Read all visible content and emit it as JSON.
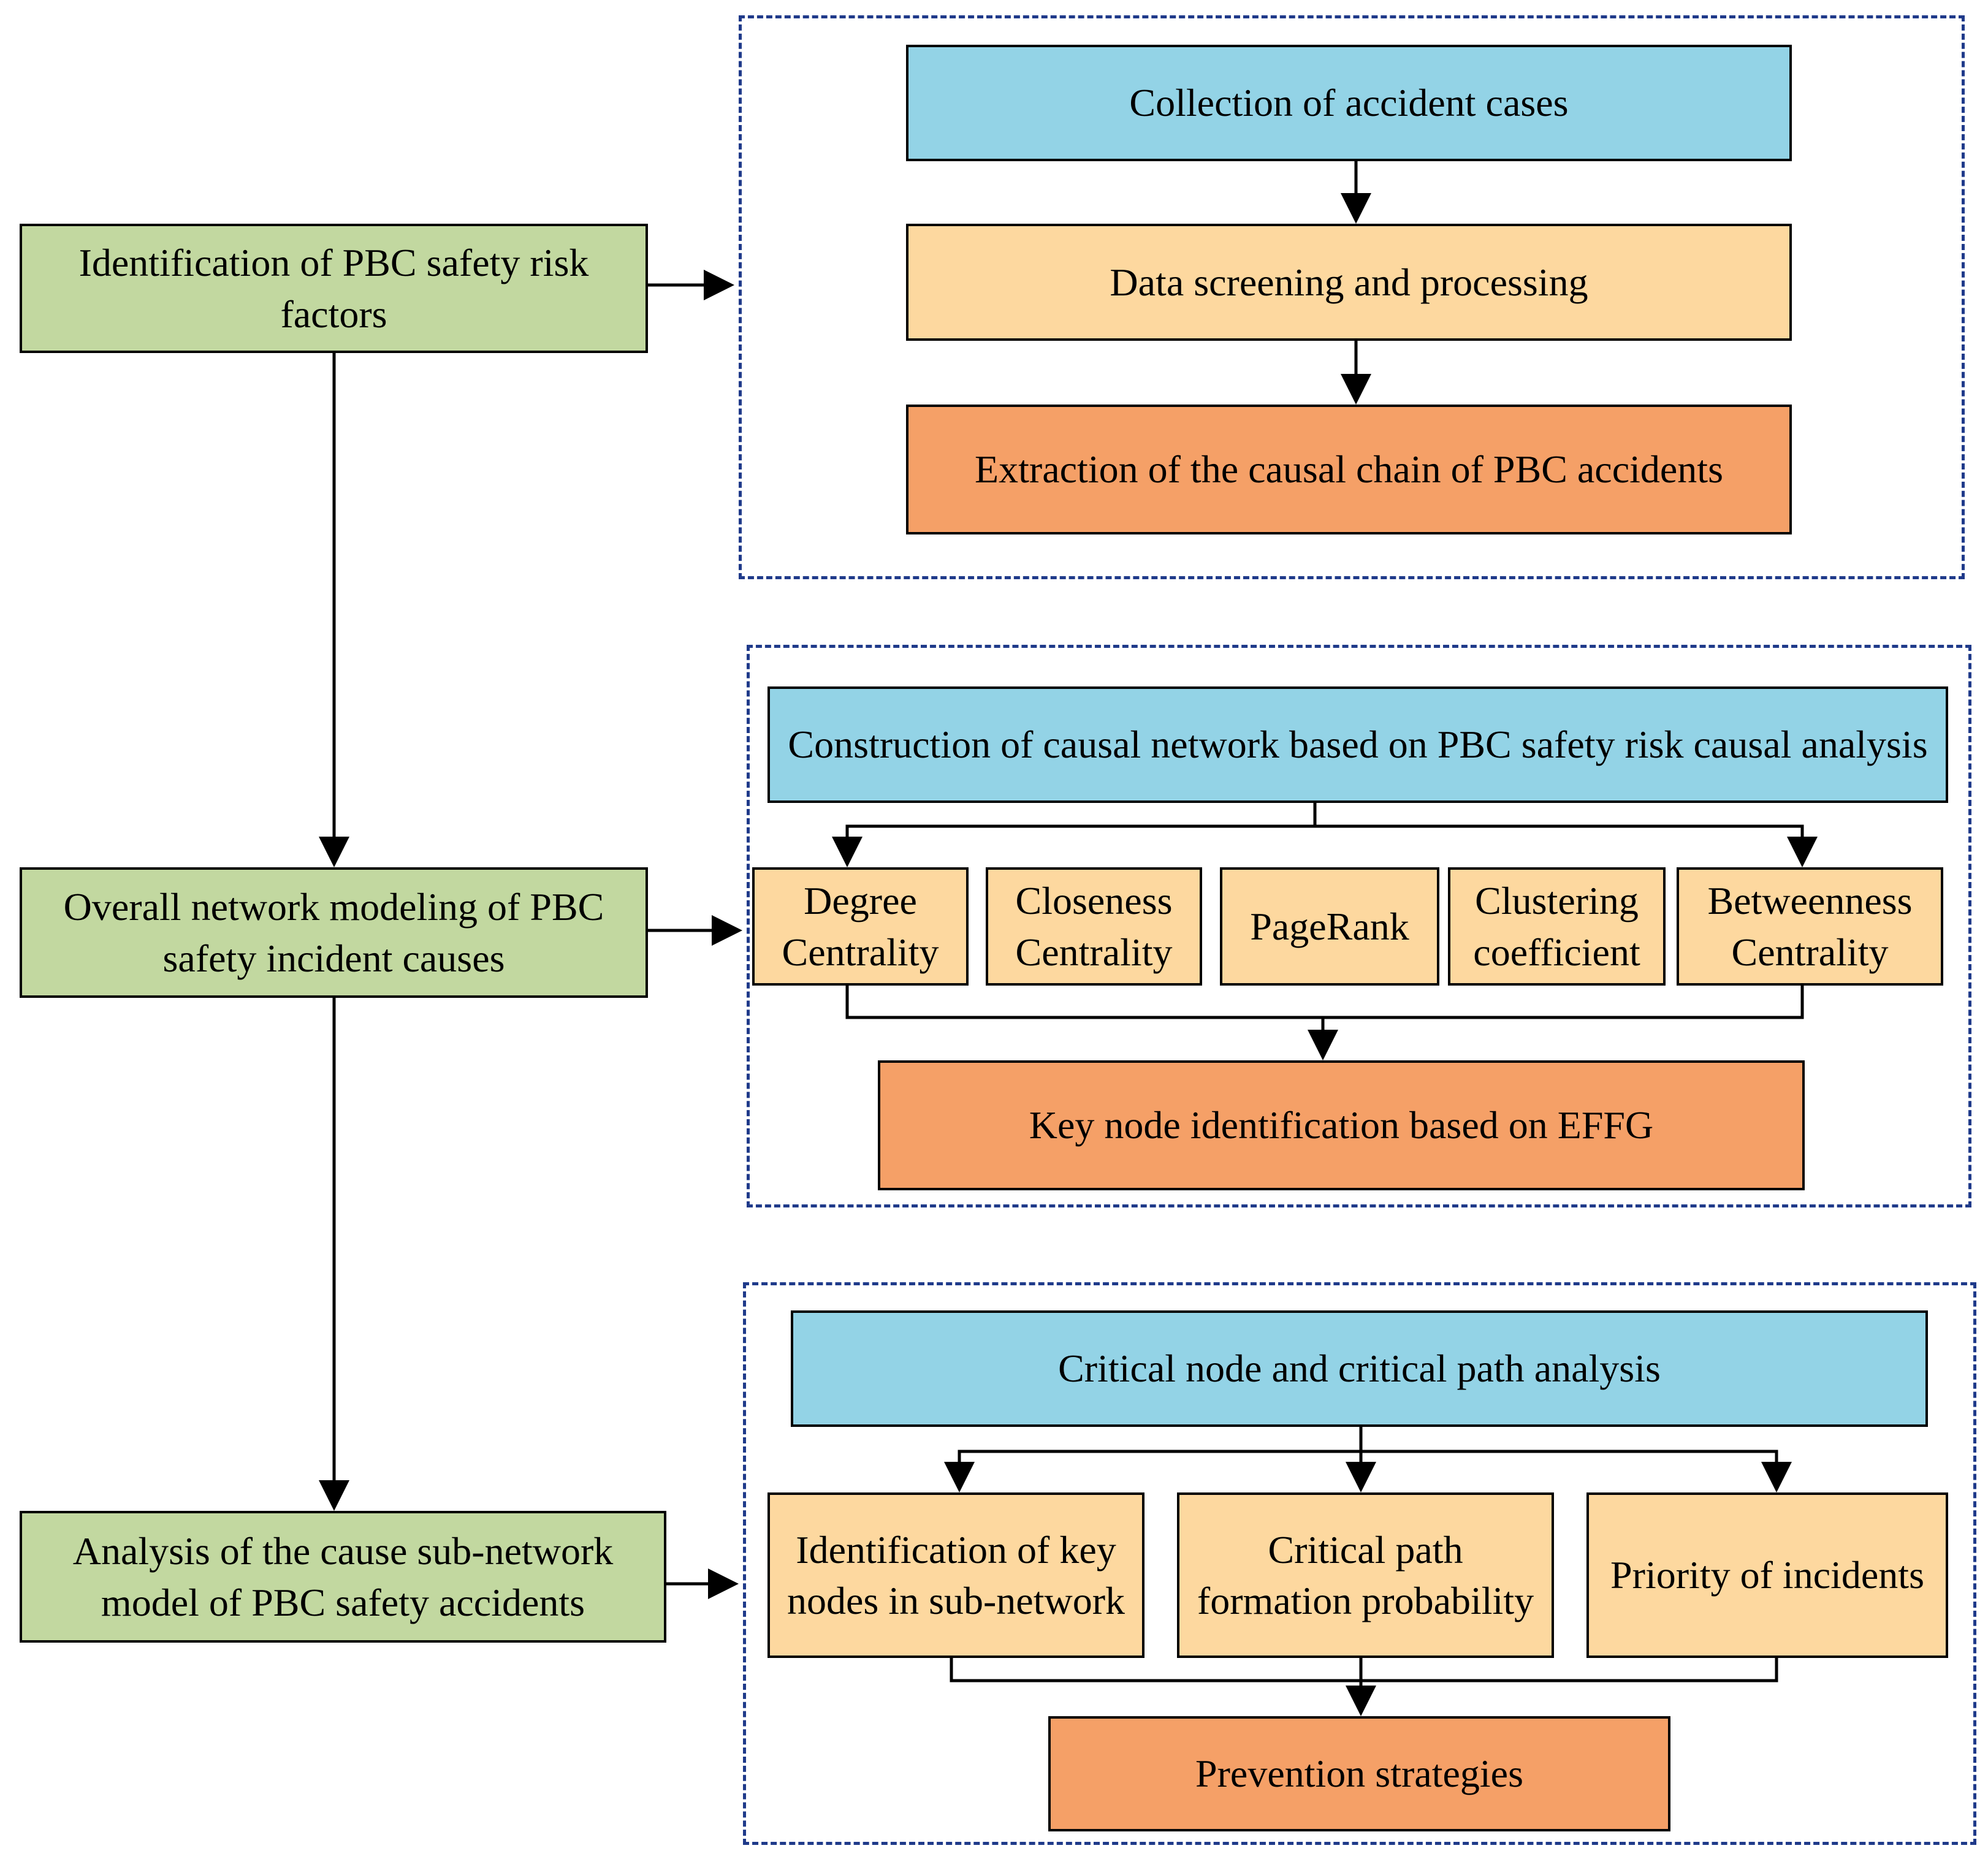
{
  "left": {
    "identification": "Identification of PBC safety risk factors",
    "overall_modeling": "Overall network modeling of PBC safety incident causes",
    "subnetwork_analysis": "Analysis of the cause sub-network model of PBC safety accidents"
  },
  "group1": {
    "collection": "Collection of accident cases",
    "screening": "Data screening and processing",
    "extraction": "Extraction of the causal chain of PBC accidents"
  },
  "group2": {
    "construction": "Construction of causal network based on PBC safety risk causal analysis",
    "metrics": [
      "Degree Centrality",
      "Closeness Centrality",
      "PageRank",
      "Clustering coefficient",
      "Betweenness Centrality"
    ],
    "key_node": "Key node identification based on EFFG"
  },
  "group3": {
    "critical_analysis": "Critical node and critical path analysis",
    "subitems": [
      "Identification of key nodes in sub-network",
      "Critical path formation probability",
      "Priority of incidents"
    ],
    "prevention": "Prevention strategies"
  },
  "colors": {
    "green": "#c2d8a0",
    "blue": "#93d3e6",
    "peach": "#fdd89f",
    "orange": "#f5a067",
    "dash_border": "#1f3a8a"
  }
}
